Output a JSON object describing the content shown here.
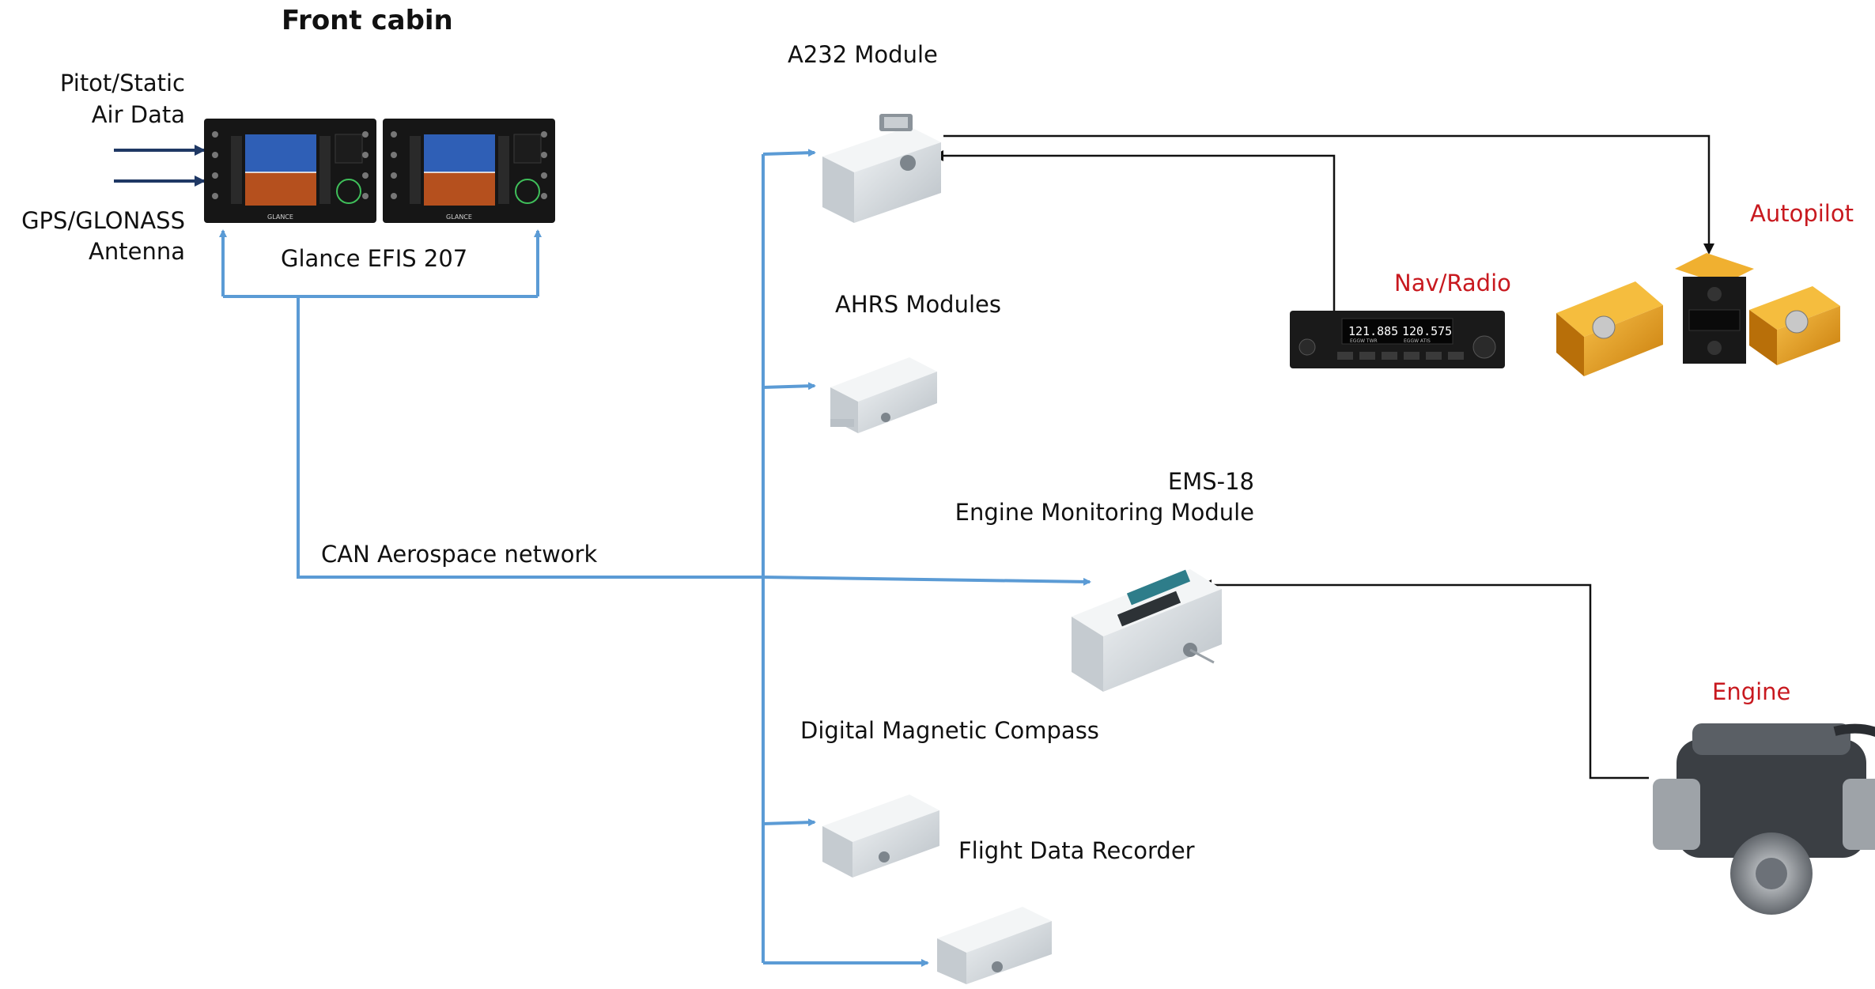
{
  "labels": {
    "front_cabin": "Front cabin",
    "pitot_static": "Pitot/Static",
    "air_data": "Air Data",
    "gps_glonass": "GPS/GLONASS",
    "antenna": "Antenna",
    "glance_efis": "Glance EFIS 207",
    "a232_module": "A232 Module",
    "ahrs_modules": "AHRS Modules",
    "ems18": "EMS-18",
    "engine_monitoring": "Engine Monitoring Module",
    "can_network": "CAN Aerospace network",
    "digital_compass": "Digital Magnetic Compass",
    "flight_data_recorder": "Flight Data Recorder",
    "nav_radio": "Nav/Radio",
    "autopilot": "Autopilot",
    "engine": "Engine"
  },
  "devices": {
    "efis_brand": "GLANCE",
    "efis_model": "EFIS 207",
    "radio_freq_active": "121.885",
    "radio_freq_standby": "120.575",
    "radio_label_active": "EGGW TWR",
    "radio_label_standby": "EGGW ATIS"
  },
  "colors": {
    "can_bus": "#5b9bd5",
    "signal_line": "#111111",
    "input_arrow": "#1f3864",
    "external_label": "#c8191f",
    "module_body": "#dde2e6",
    "servo": "#e8a317"
  }
}
